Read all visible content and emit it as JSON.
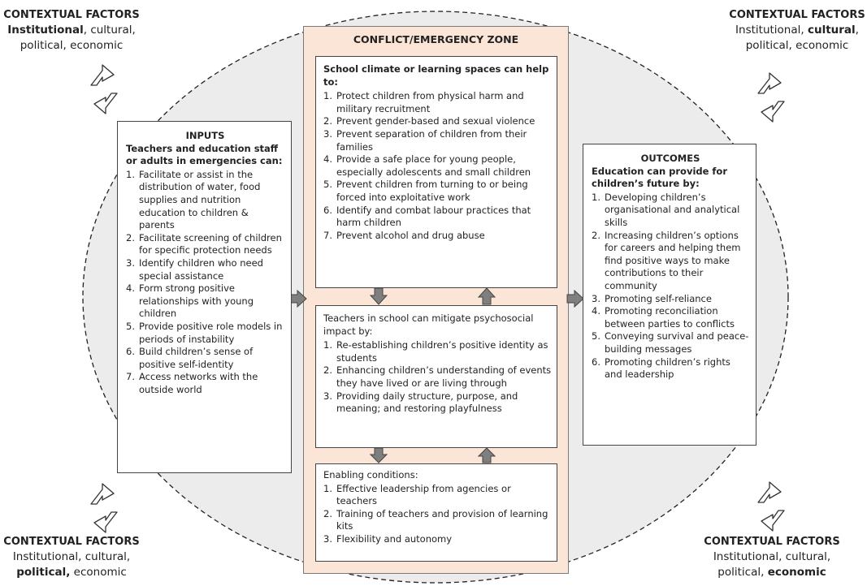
{
  "contextual": {
    "top_left": {
      "title": "CONTEXTUAL FACTORS",
      "parts": [
        {
          "text": "Institutional",
          "bold": true
        },
        {
          "text": ", cultural,",
          "bold": false
        },
        {
          "text": "\npolitical, economic",
          "bold": false
        }
      ]
    },
    "top_right": {
      "title": "CONTEXTUAL FACTORS",
      "parts": [
        {
          "text": "Institutional, ",
          "bold": false
        },
        {
          "text": "cultural",
          "bold": true
        },
        {
          "text": ",",
          "bold": false
        },
        {
          "text": "\npolitical, economic",
          "bold": false
        }
      ]
    },
    "bottom_left": {
      "title": "CONTEXTUAL FACTORS",
      "parts": [
        {
          "text": "Institutional, cultural,",
          "bold": false
        },
        {
          "text": "\n",
          "bold": false
        },
        {
          "text": "political,",
          "bold": true
        },
        {
          "text": " economic",
          "bold": false
        }
      ]
    },
    "bottom_right": {
      "title": "CONTEXTUAL FACTORS",
      "parts": [
        {
          "text": "Institutional, cultural,",
          "bold": false
        },
        {
          "text": "\npolitical, ",
          "bold": false
        },
        {
          "text": "economic",
          "bold": true
        }
      ]
    }
  },
  "inputs": {
    "title": "INPUTS",
    "subtitle": "Teachers and education staff or adults in emergencies can:",
    "items": [
      "Facilitate or assist in the distribution of water, food supplies and nutrition education to children & parents",
      "Facilitate screening of children for specific protection needs",
      "Identify children who need special assistance",
      "Form strong positive relationships with young children",
      "Provide positive role models in periods of instability",
      "Build children’s sense of positive self-identity",
      "Access networks with the outside world"
    ]
  },
  "zone": {
    "title": "CONFLICT/EMERGENCY ZONE",
    "climate": {
      "heading": "School climate or learning spaces can help to:",
      "items": [
        "Protect children from physical harm and military recruitment",
        "Prevent gender-based and sexual violence",
        "Prevent separation of children from their families",
        "Provide a safe place for young people, especially adolescents and small children",
        "Prevent children from turning to or being forced into exploitative work",
        "Identify and combat labour practices that harm children",
        "Prevent alcohol and drug abuse"
      ]
    },
    "teachers": {
      "heading": "Teachers in school can mitigate psychosocial impact by:",
      "items": [
        "Re-establishing children’s positive identity as students",
        "Enhancing children’s understanding of events they have lived or are living through",
        "Providing daily structure, purpose, and meaning; and restoring playfulness"
      ]
    },
    "enabling": {
      "heading": "Enabling conditions:",
      "items": [
        "Effective leadership from agencies or teachers",
        "Training of teachers and provision of learning kits",
        "Flexibility and autonomy"
      ]
    }
  },
  "outcomes": {
    "title": "OUTCOMES",
    "subtitle": "Education can provide for children’s future by:",
    "items": [
      "Developing children’s organisational and analytical skills",
      "Increasing children’s options for careers and helping them find positive ways to make contributions to their community",
      "Promoting self-reliance",
      "Promoting reconciliation between parties to conflicts",
      "Conveying survival and peace-building messages",
      "Promoting children’s rights and leadership"
    ]
  },
  "colors": {
    "zone_fill": "#fbe5d6",
    "arrow_fill": "#7f7f7f",
    "ellipse_fill": "#ececec",
    "border": "#444444"
  },
  "icons": [
    "cycle-arrows-icon",
    "gray-block-arrow-icon"
  ]
}
